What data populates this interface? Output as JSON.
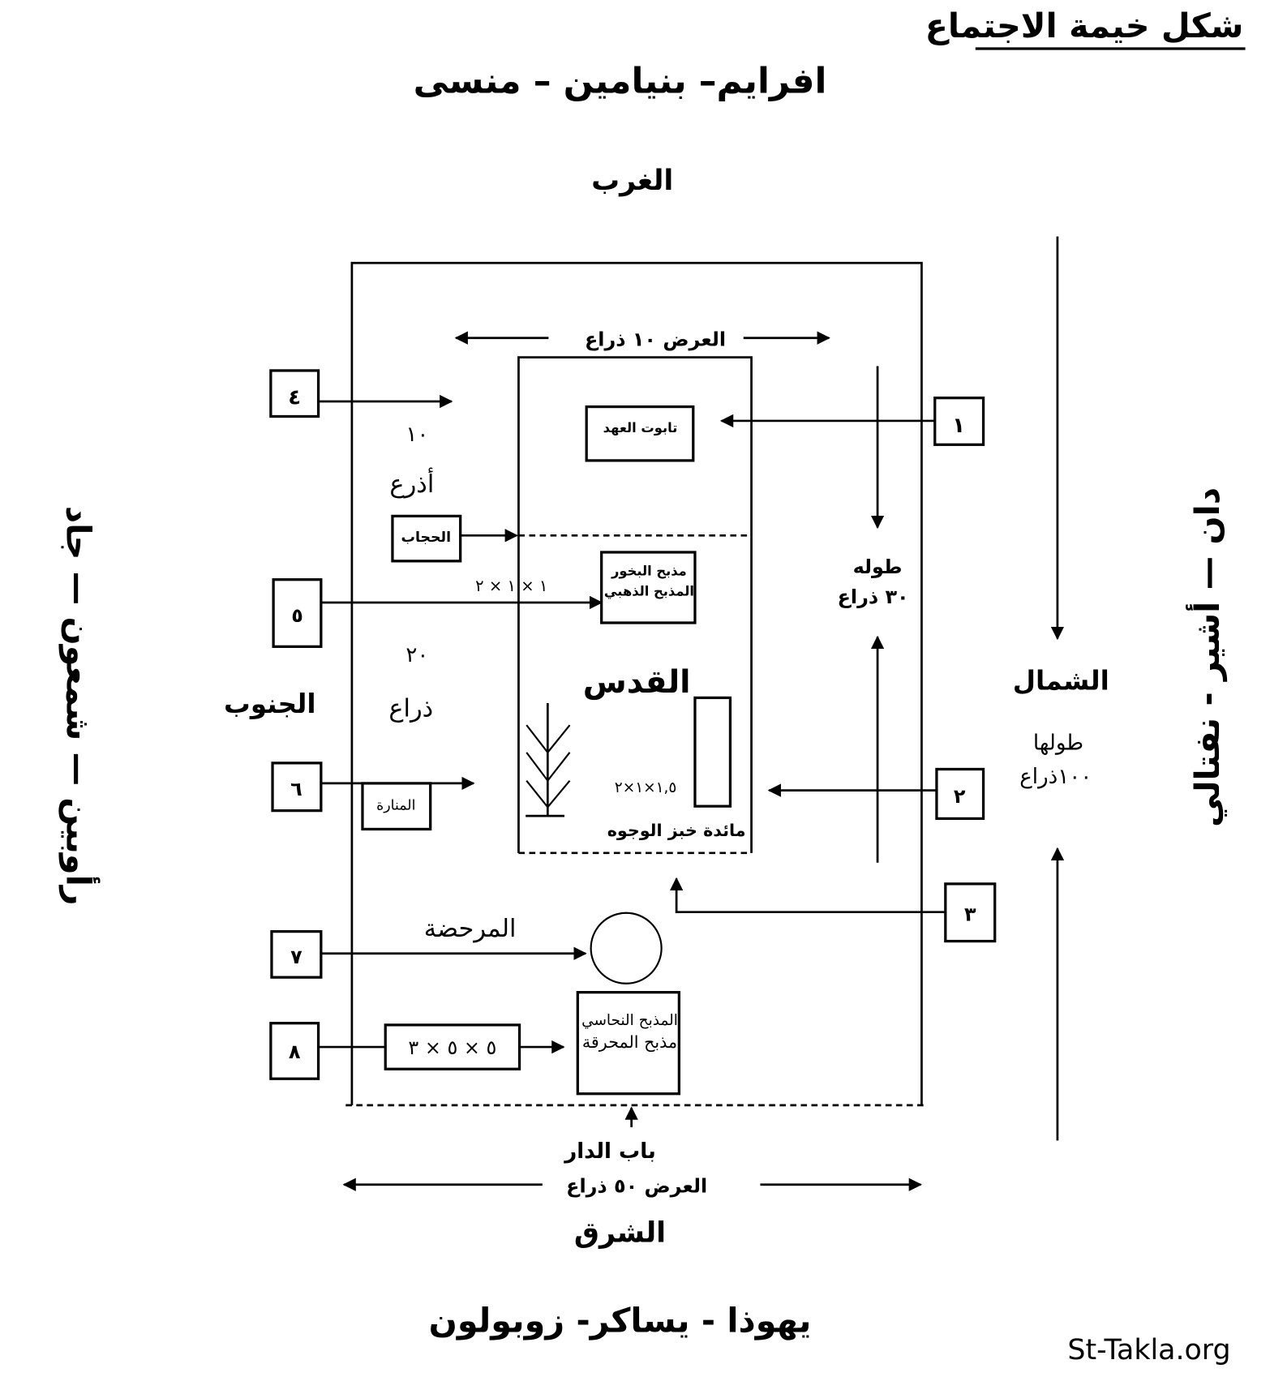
{
  "title": "شكل خيمة الاجتماع",
  "west_tribes": "افرايم– بنيامين – منسى",
  "west": "الغرب",
  "east_tribes": "يهوذا  -  يساكر- زوبولون",
  "east": "الشرق",
  "south": "الجنوب",
  "north": "الشمال",
  "south_tribes": "رأوبين — شمعون — جاد",
  "north_tribes": "دان — أشير - نفتالي",
  "watermark": "St-Takla.org",
  "holy_place_width": "العرض ١٠ ذراع",
  "holy_place_length_1": "طوله",
  "holy_place_length_2": "٣٠ ذراع",
  "court_length_1": "طولها",
  "court_length_2": "١٠٠ذراع",
  "court_width": "العرض ٥٠ ذراع",
  "court_gate": "باب الدار",
  "holiest_dim_1": "١٠",
  "holiest_dim_2": "أذرع",
  "holy_dim_1": "٢٠",
  "holy_dim_2": "ذراع",
  "holy_label": "القدس",
  "items": {
    "ark": "تابوت العهد",
    "veil": "الحجاب",
    "incense_altar_1": "مذبح البخور",
    "incense_altar_2": "المذبح الذهبي",
    "incense_altar_dims": "١ × ١ × ٢",
    "table_dims": "١,٥×١×٢",
    "table": "مائدة خبز الوجوه",
    "lampstand": "المنارة",
    "laver": "المرحضة",
    "bronze_altar_dims": "٥ × ٥ × ٣",
    "bronze_altar_1": "المذبح النحاسي",
    "bronze_altar_2": "مذبح المحرقة"
  },
  "numbers": [
    "١",
    "٢",
    "٣",
    "٤",
    "٥",
    "٦",
    "٧",
    "٨"
  ]
}
